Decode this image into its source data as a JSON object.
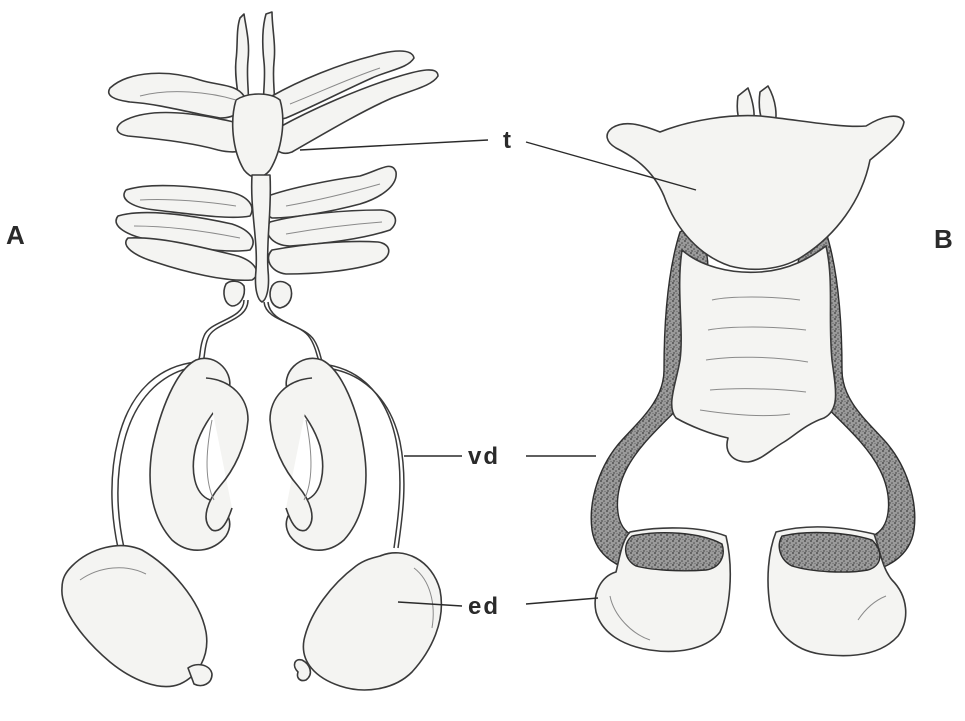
{
  "panels": {
    "a": {
      "label": "A"
    },
    "b": {
      "label": "B"
    }
  },
  "callouts": {
    "testis": {
      "label": "t"
    },
    "vas_deferens": {
      "label": "vd"
    },
    "ejaculatory_duct": {
      "label": "ed"
    }
  },
  "colors": {
    "ink": "#2a2a2a",
    "tissue": "#f4f4f2",
    "stipple": "#555555"
  }
}
